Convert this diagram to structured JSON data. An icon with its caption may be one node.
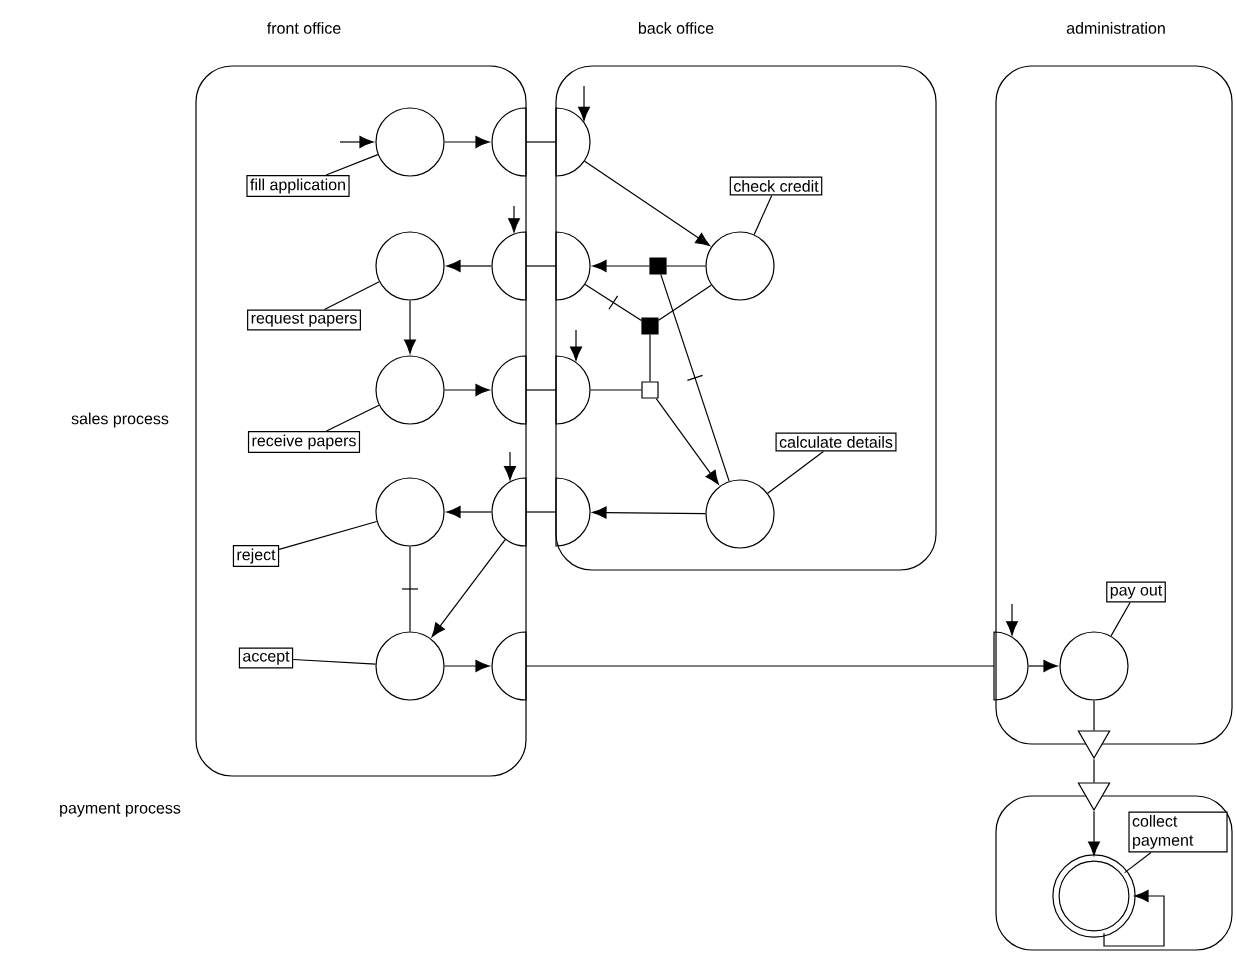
{
  "diagram": {
    "nodes": [
      {
        "text": [
          "front office"
        ]
      },
      {
        "text": [
          "back office"
        ]
      },
      {
        "text": [
          "administration"
        ]
      },
      {
        "text": [],
        "shape": "box"
      },
      {
        "text": [],
        "shape": "circle",
        "in": 0
      },
      {
        "text": [],
        "shape": "circle",
        "in": 0
      },
      {
        "text": [],
        "shape": "circle",
        "in": 0
      },
      {
        "text": [],
        "shape": "circle",
        "in": 0
      },
      {
        "text": [],
        "shape": "circle",
        "in": 0
      },
      {
        "text": [],
        "shape": "semicircle",
        "in": 0
      },
      {
        "text": [],
        "shape": "semicircle",
        "in": 0
      },
      {
        "text": [],
        "shape": "semicircle",
        "in": 0
      },
      {
        "text": [],
        "shape": "semicircle",
        "in": 0
      },
      {
        "text": [],
        "shape": "semicircle",
        "in": 0
      },
      {
        "text": [],
        "shape": "semicircle",
        "in": 1
      },
      {
        "text": [],
        "shape": "semicircle",
        "in": 1
      },
      {
        "text": [],
        "shape": "semicircle",
        "in": 1
      },
      {
        "text": [],
        "shape": "semicircle",
        "in": 1
      },
      {
        "text": [],
        "shape": "circle",
        "in": 1
      },
      {
        "text": [],
        "shape": "circle",
        "in": 1
      },
      {
        "text": [],
        "shape": "box",
        "in": 1
      },
      {
        "text": [],
        "shape": "box",
        "in": 1
      },
      {
        "text": [],
        "shape": "box",
        "in": 1
      },
      {
        "text": [],
        "shape": "semicircle",
        "in": 2
      },
      {
        "text": [],
        "shape": "circle",
        "in": 2
      },
      {
        "text": [],
        "shape": "triangle"
      },
      {
        "text": [],
        "shape": "triangle"
      },
      {
        "text": [],
        "shape": "circle",
        "in": 3
      },
      {
        "text": [
          "fill application"
        ],
        "in": 0
      },
      {
        "text": [
          "request papers"
        ],
        "in": 0
      },
      {
        "text": [
          "receive papers"
        ],
        "in": 0
      },
      {
        "text": [
          "reject"
        ],
        "in": 0
      },
      {
        "text": [
          "accept"
        ],
        "in": 0
      },
      {
        "text": [
          "check credit"
        ],
        "in": 1
      },
      {
        "text": [
          "calculate details"
        ],
        "in": 1
      },
      {
        "text": [
          "pay out"
        ],
        "in": 2
      },
      {
        "text": [
          "collect payment"
        ],
        "in": 3
      }
    ],
    "edges": [
      {
        "from": null,
        "to": 4,
        "arrow": "to"
      },
      {
        "from": 4,
        "to": 9,
        "arrow": "to"
      },
      {
        "from": 9,
        "to": 14,
        "arrow": "none"
      },
      {
        "from": null,
        "to": 14,
        "arrow": "to"
      },
      {
        "from": 14,
        "to": 18,
        "arrow": "to"
      },
      {
        "from": 18,
        "to": 20,
        "arrow": "none"
      },
      {
        "from": 20,
        "to": 15,
        "arrow": "to"
      },
      {
        "from": 15,
        "to": 10,
        "arrow": "none"
      },
      {
        "from": 10,
        "to": 5,
        "arrow": "to"
      },
      {
        "from": null,
        "to": 10,
        "arrow": "to"
      },
      {
        "from": 5,
        "to": 6,
        "arrow": "to"
      },
      {
        "from": 6,
        "to": 11,
        "arrow": "to"
      },
      {
        "from": 11,
        "to": 16,
        "arrow": "none"
      },
      {
        "from": null,
        "to": 16,
        "arrow": "to"
      },
      {
        "from": 15,
        "to": 21,
        "arrow": "none"
      },
      {
        "from": 18,
        "to": 21,
        "arrow": "none"
      },
      {
        "from": 21,
        "to": 22,
        "arrow": "none"
      },
      {
        "from": 22,
        "to": 16,
        "arrow": "none"
      },
      {
        "from": 22,
        "to": 19,
        "arrow": "to"
      },
      {
        "from": 20,
        "to": 19,
        "arrow": "none"
      },
      {
        "from": 19,
        "to": 17,
        "arrow": "to"
      },
      {
        "from": 17,
        "to": 12,
        "arrow": "none"
      },
      {
        "from": null,
        "to": 12,
        "arrow": "to"
      },
      {
        "from": 12,
        "to": 7,
        "arrow": "to"
      },
      {
        "from": 12,
        "to": 8,
        "arrow": "to"
      },
      {
        "from": 7,
        "to": 8,
        "arrow": "none"
      },
      {
        "from": 8,
        "to": 13,
        "arrow": "to"
      },
      {
        "from": 13,
        "to": 23,
        "arrow": "none"
      },
      {
        "from": null,
        "to": 23,
        "arrow": "to"
      },
      {
        "from": 23,
        "to": 24,
        "arrow": "to"
      },
      {
        "from": 24,
        "to": 25,
        "arrow": "none"
      },
      {
        "from": 25,
        "to": 26,
        "arrow": "none"
      },
      {
        "from": 26,
        "to": 27,
        "arrow": "to"
      },
      {
        "from": 27,
        "to": 27,
        "arrow": "to"
      },
      {
        "from": 28,
        "to": 4,
        "arrow": "none"
      },
      {
        "from": 29,
        "to": 5,
        "arrow": "none"
      },
      {
        "from": 30,
        "to": 6,
        "arrow": "none"
      },
      {
        "from": 31,
        "to": 7,
        "arrow": "none"
      },
      {
        "from": 32,
        "to": 8,
        "arrow": "none"
      },
      {
        "from": 33,
        "to": 18,
        "arrow": "none"
      },
      {
        "from": 34,
        "to": 19,
        "arrow": "none"
      },
      {
        "from": 35,
        "to": 24,
        "arrow": "none"
      },
      {
        "from": 36,
        "to": 27,
        "arrow": "none"
      }
    ],
    "labels": [
      "sales process",
      "payment process"
    ]
  }
}
